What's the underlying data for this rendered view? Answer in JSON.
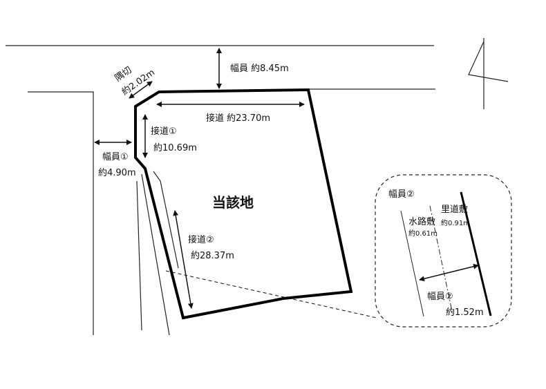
{
  "site_label": "当該地",
  "road_top": {
    "label": "幅員 約8.45m"
  },
  "corner_cut": {
    "label_1": "隅切",
    "label_2": "約2.02m"
  },
  "frontage_top": {
    "label": "接道 約23.70m"
  },
  "frontage_1": {
    "label_1": "接道①",
    "label_2": "約10.69m"
  },
  "road_1": {
    "label_1": "幅員①",
    "label_2": "約4.90m"
  },
  "frontage_2": {
    "label_1": "接道②",
    "label_2": "約28.37m"
  },
  "detail": {
    "title": "幅員②",
    "waterway_label": "水路敷",
    "waterway_width": "約0.61m",
    "village_road_label": "里道敷",
    "village_road_width": "約0.91m",
    "width_label": "幅員②",
    "width_value": "約1.52m"
  }
}
